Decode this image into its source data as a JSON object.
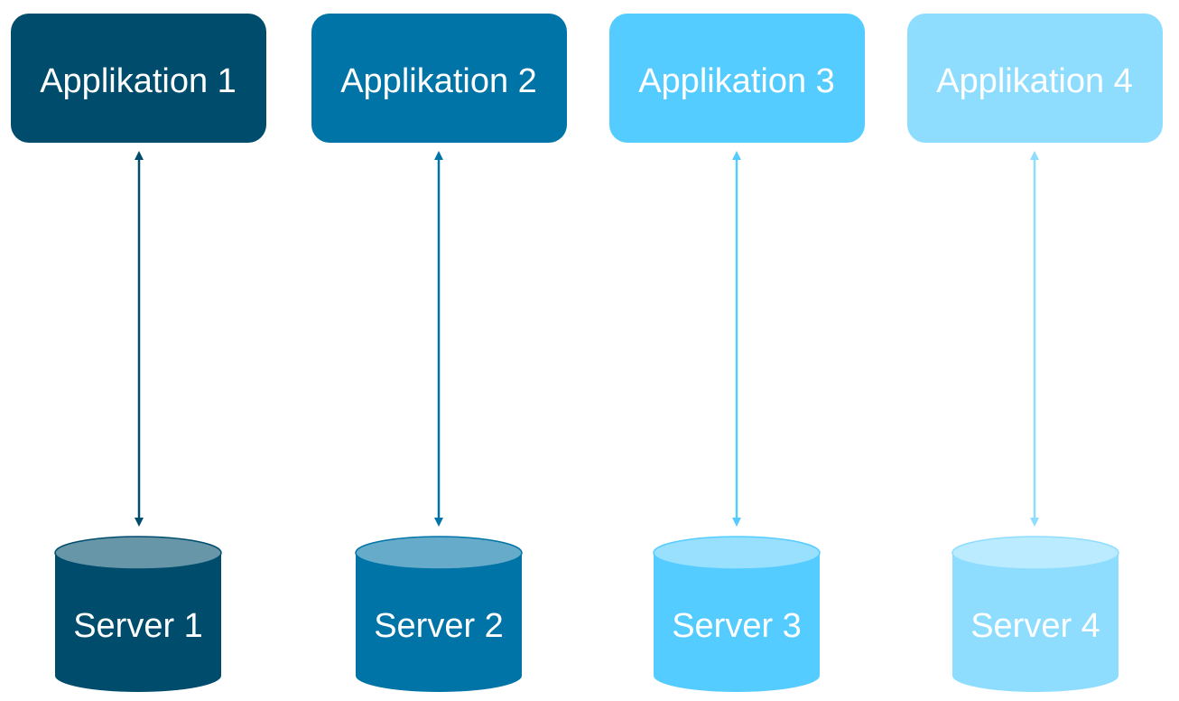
{
  "columns": [
    {
      "application": "Applikation 1",
      "server": "Server 1",
      "colors": {
        "box": "#004C6D",
        "cylinder_top": "#6696A7",
        "arrow": "#004C6D"
      }
    },
    {
      "application": "Applikation 2",
      "server": "Server 2",
      "colors": {
        "box": "#0074A7",
        "cylinder_top": "#66ACCA",
        "arrow": "#0074A7"
      }
    },
    {
      "application": "Applikation 3",
      "server": "Server 3",
      "colors": {
        "box": "#55CCFF",
        "cylinder_top": "#99E0FF",
        "arrow": "#55CCFF"
      }
    },
    {
      "application": "Applikation 4",
      "server": "Server 4",
      "colors": {
        "box": "#8EDDFF",
        "cylinder_top": "#BBEBFF",
        "arrow": "#8EDDFF"
      }
    }
  ]
}
